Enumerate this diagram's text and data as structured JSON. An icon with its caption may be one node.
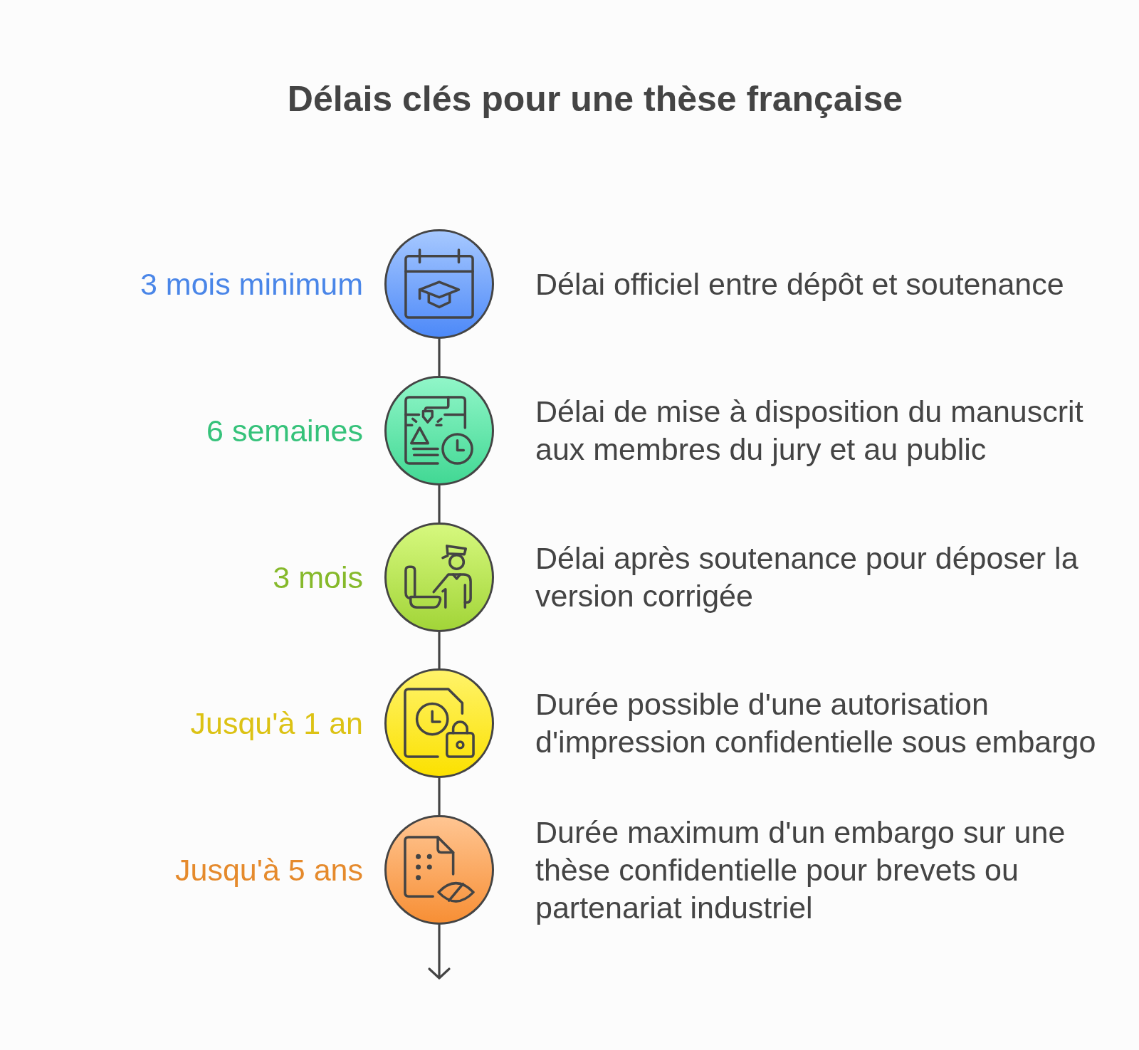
{
  "diagram": {
    "title": "Délais clés pour une thèse française",
    "nodes": [
      {
        "text": [],
        "shape": "circle",
        "beside": [
          "3 mois minimum",
          "Délai officiel entre dépôt et soutenance"
        ]
      },
      {
        "text": [],
        "shape": "circle",
        "beside": [
          "6 semaines",
          "Délai de mise à disposition du manuscrit aux membres du jury et au public"
        ]
      },
      {
        "text": [],
        "shape": "circle",
        "beside": [
          "3 mois",
          "Délai après soutenance pour déposer la version corrigée"
        ]
      },
      {
        "text": [],
        "shape": "circle",
        "beside": [
          "Jusqu'à 1 an",
          "Durée possible d'une autorisation d'impression confidentielle sous embargo"
        ]
      },
      {
        "text": [],
        "shape": "circle",
        "beside": [
          "Jusqu'à 5 ans",
          "Durée maximum d'un embargo sur une thèse confidentielle pour brevets ou partenariat industriel"
        ]
      }
    ],
    "edges": [
      {
        "from": 0,
        "to": 1,
        "arrow": "none"
      },
      {
        "from": 1,
        "to": 2,
        "arrow": "none"
      },
      {
        "from": 2,
        "to": 3,
        "arrow": "none"
      },
      {
        "from": 3,
        "to": 4,
        "arrow": "none"
      },
      {
        "from": 4,
        "to": null,
        "arrow": "to"
      }
    ]
  }
}
